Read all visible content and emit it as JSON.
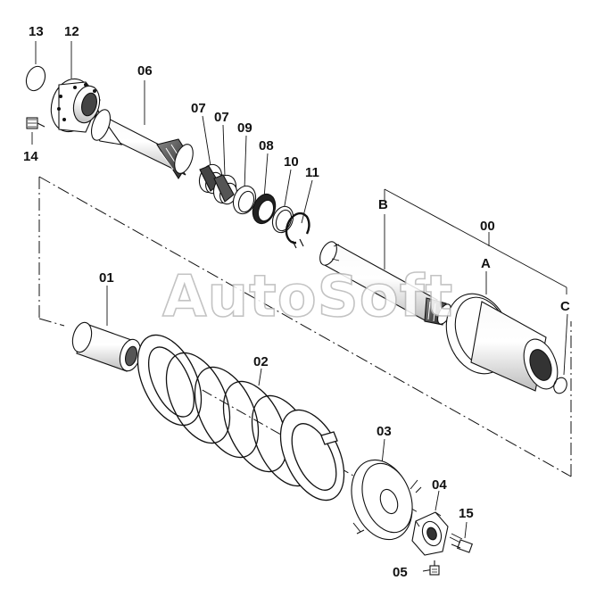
{
  "diagram": {
    "watermark": "AutoSoft",
    "labels": {
      "p13": "13",
      "p12": "12",
      "p14": "14",
      "p06": "06",
      "p07a": "07",
      "p07b": "07",
      "p09": "09",
      "p08": "08",
      "p10": "10",
      "p11": "11",
      "pB": "B",
      "p00": "00",
      "pA": "A",
      "pC": "C",
      "p01": "01",
      "p02": "02",
      "p03": "03",
      "p04": "04",
      "p15": "15",
      "p05": "05"
    }
  }
}
